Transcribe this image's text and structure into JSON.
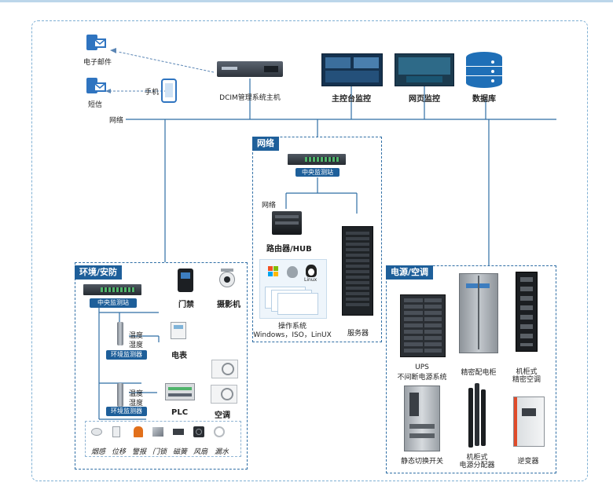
{
  "top": {
    "email_label": "电子邮件",
    "sms_label": "短信",
    "phone_label": "手机",
    "dcim_label": "DCIM管理系统主机",
    "console_label": "主控台监控",
    "web_label": "网页监控",
    "db_label": "数据库",
    "network_label": "网络"
  },
  "network_box": {
    "title": "网络",
    "station": "中央监测站",
    "net_label": "网络",
    "router": "路由器/HUB",
    "os_title": "操作系统",
    "os_list": "Windows，ISO，LinUX",
    "server": "服务器",
    "os_logo_linux": "Linux"
  },
  "env_box": {
    "title": "环境/安防",
    "station": "中央监测站",
    "door": "门禁",
    "camera": "摄影机",
    "temp1": "温度",
    "hum1": "湿度",
    "monitor1": "环境监测器",
    "meter": "电表",
    "temp2": "温度",
    "hum2": "湿度",
    "monitor2": "环境监测器",
    "plc": "PLC",
    "ac": "空调",
    "sensors": [
      "烟感",
      "位移",
      "警报",
      "门锁",
      "磁簧",
      "风扇",
      "漏水"
    ]
  },
  "power_box": {
    "title": "电源/空调",
    "ups_1": "UPS",
    "ups_2": "不间断电源系统",
    "cabinet": "精密配电柜",
    "rack_ac_1": "机柜式",
    "rack_ac_2": "精密空调",
    "sts": "静态切换开关",
    "pdu_1": "机柜式",
    "pdu_2": "电源分配器",
    "inverter": "逆变器"
  },
  "colors": {
    "accent": "#1e5f9a",
    "line": "#2f6ea5",
    "dashed_outer": "#7fb0d4"
  }
}
